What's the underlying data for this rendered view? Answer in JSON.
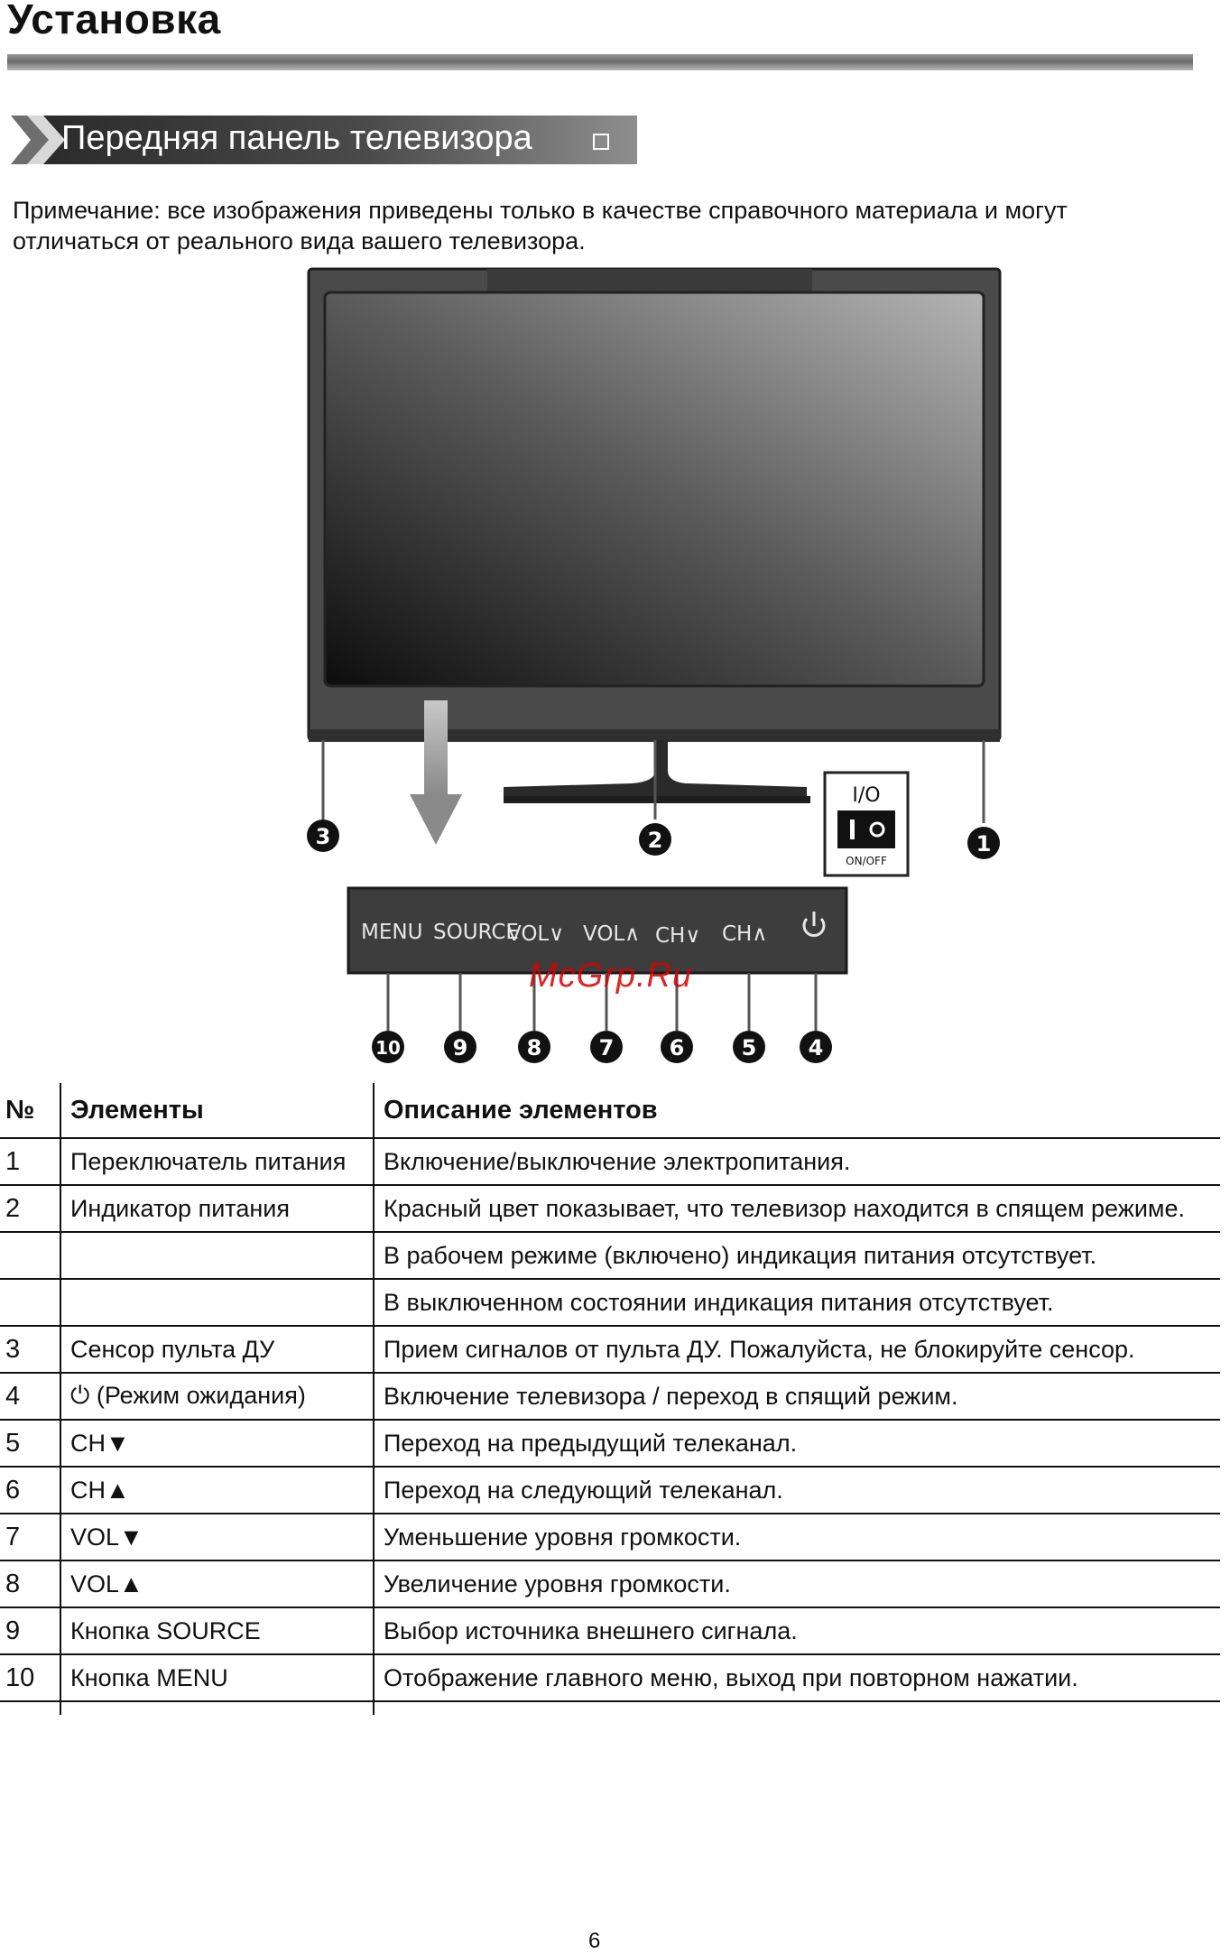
{
  "header": {
    "title": "Установка",
    "section_title": "Передняя панель телевизора"
  },
  "note": "Примечание: все изображения приведены только в качестве справочного материала и могут отличаться от реального вида вашего телевизора.",
  "figure": {
    "switch": {
      "top_label": "I/O",
      "bottom_label": "ON/OFF"
    },
    "panel_buttons": [
      "MENU",
      "SOURCE",
      "VOL∨",
      "VOL∧",
      "CH∨",
      "CH∧"
    ],
    "callouts": [
      "1",
      "2",
      "3",
      "4",
      "5",
      "6",
      "7",
      "8",
      "9",
      "10"
    ]
  },
  "watermark": "McGrp.Ru",
  "table": {
    "headers": [
      "№",
      "Элементы",
      "Описание элементов"
    ],
    "rows": [
      {
        "num": "1",
        "element": "Переключатель  питания",
        "description": "Включение/выключение электропитания."
      },
      {
        "num": "2",
        "element": "Индикатор  питания",
        "description": "Красный цвет показывает, что телевизор находится в спящем режиме."
      },
      {
        "num": "",
        "element": "",
        "description": "В рабочем режиме (включено) индикация питания отсутствует."
      },
      {
        "num": "",
        "element": "",
        "description": "В выключенном состоянии индикация питания отсутствует."
      },
      {
        "num": "3",
        "element": "Сенсор пульта ДУ",
        "description": "Прием сигналов от пульта ДУ. Пожалуйста, не блокируйте сенсор."
      },
      {
        "num": "4",
        "element": "⏻  (Режим ожидания)",
        "description": "Включение телевизора / переход в спящий режим."
      },
      {
        "num": "5",
        "element": "CH▼",
        "description": "Переход на предыдущий телеканал."
      },
      {
        "num": "6",
        "element": "CH▲",
        "description": "Переход на следующий телеканал."
      },
      {
        "num": "7",
        "element": "VOL▼",
        "description": "Уменьшение уровня громкости."
      },
      {
        "num": "8",
        "element": "VOL▲",
        "description": "Увеличение уровня громкости."
      },
      {
        "num": "9",
        "element": "Кнопка  SOURCE",
        "description": "Выбор источника внешнего сигнала."
      },
      {
        "num": "10",
        "element": "Кнопка  MENU",
        "description": "Отображение главного меню, выход при повторном нажатии."
      }
    ]
  },
  "page_number": "6"
}
